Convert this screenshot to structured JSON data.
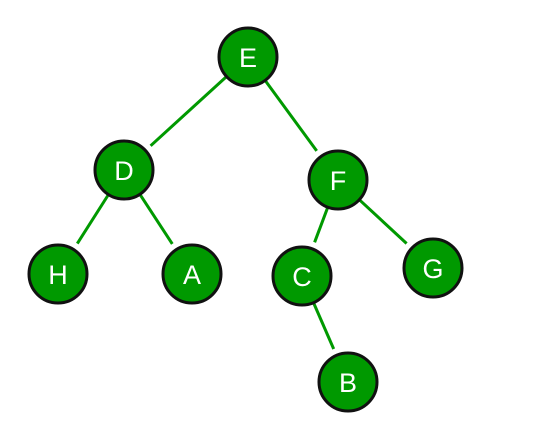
{
  "colors": {
    "node_fill": "#009900",
    "edge": "#009900",
    "node_outline": "#111111",
    "label": "#ffffff"
  },
  "tree": {
    "nodes": [
      {
        "id": "E",
        "label": "E"
      },
      {
        "id": "D",
        "label": "D"
      },
      {
        "id": "F",
        "label": "F"
      },
      {
        "id": "H",
        "label": "H"
      },
      {
        "id": "A",
        "label": "A"
      },
      {
        "id": "C",
        "label": "C"
      },
      {
        "id": "G",
        "label": "G"
      },
      {
        "id": "B",
        "label": "B"
      }
    ],
    "edges": [
      {
        "from": "E",
        "to": "D"
      },
      {
        "from": "E",
        "to": "F"
      },
      {
        "from": "D",
        "to": "H"
      },
      {
        "from": "D",
        "to": "A"
      },
      {
        "from": "F",
        "to": "C"
      },
      {
        "from": "F",
        "to": "G"
      },
      {
        "from": "C",
        "to": "B"
      }
    ]
  }
}
